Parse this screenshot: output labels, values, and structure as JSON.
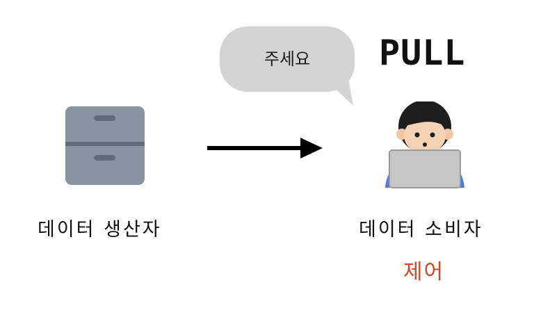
{
  "title": "PULL",
  "bubble": {
    "text": "주세요"
  },
  "producer": {
    "label": "데이터 생산자",
    "icon": "file-cabinet-icon"
  },
  "consumer": {
    "label": "데이터 소비자",
    "note": "제어",
    "icon": "person-laptop-icon"
  },
  "arrow": {
    "icon": "arrow-right-icon",
    "from": "producer",
    "to": "consumer"
  },
  "colors": {
    "note": "#d9432e",
    "bubble": "#d4d4d4",
    "cabinet": "#8994a3",
    "text": "#111111"
  }
}
